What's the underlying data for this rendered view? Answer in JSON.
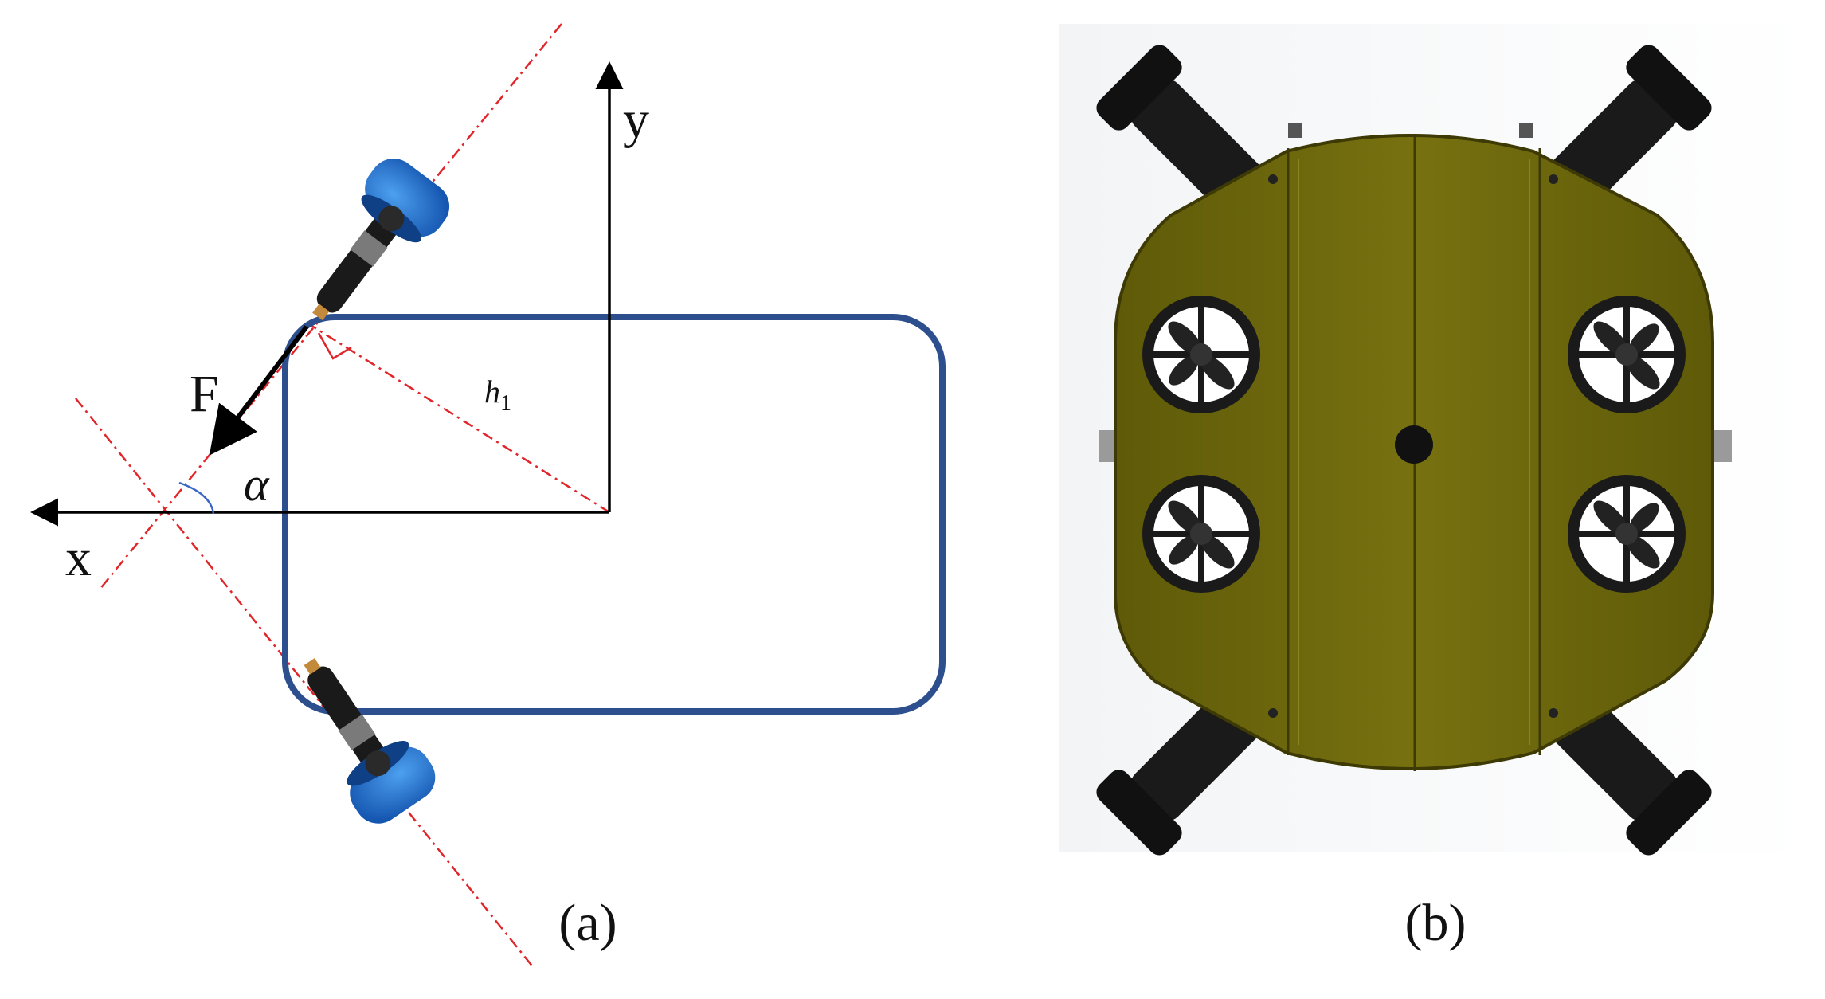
{
  "panel_a": {
    "axis_x_label": "x",
    "axis_y_label": "y",
    "force_label": "F",
    "angle_label": "α",
    "distance_label": "h",
    "distance_subscript": "1",
    "caption": "(a)"
  },
  "panel_b": {
    "caption": "(b)"
  },
  "colors": {
    "frame": "#2E4F8E",
    "centerline": "#E0262A",
    "thruster_blue": "#1E6FD0",
    "hull": "#6F6A0C",
    "thruster_black": "#1A1A1A"
  },
  "icons": [
    "thruster-icon",
    "propeller-icon",
    "vehicle-topview-icon"
  ]
}
